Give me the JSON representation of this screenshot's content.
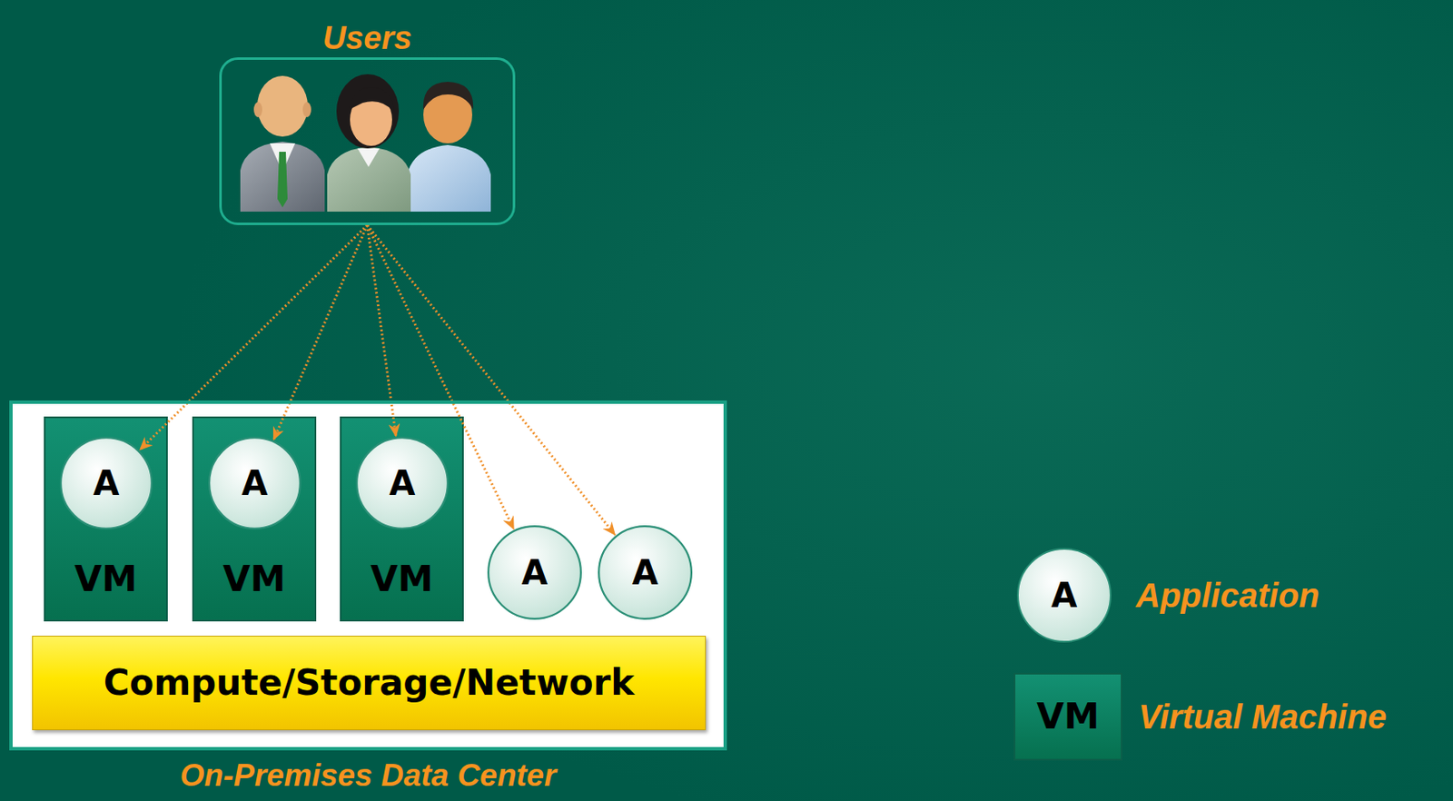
{
  "diagram": {
    "nodes": [
      {
        "text": [
          "Users"
        ]
      },
      {
        "text": [
          "On-Premises Data Center"
        ]
      },
      {
        "text": [
          "VM"
        ],
        "in": 1
      },
      {
        "text": [
          "A"
        ],
        "in": 2
      },
      {
        "text": [
          "VM"
        ],
        "in": 1
      },
      {
        "text": [
          "A"
        ],
        "in": 4
      },
      {
        "text": [
          "VM"
        ],
        "in": 1
      },
      {
        "text": [
          "A"
        ],
        "in": 6
      },
      {
        "text": [
          "A"
        ],
        "in": 1
      },
      {
        "text": [
          "A"
        ],
        "in": 1
      },
      {
        "text": [
          "Compute/Storage/Network"
        ],
        "in": 1
      }
    ],
    "edges": [
      {
        "from": 0,
        "to": 3,
        "arrow": "to"
      },
      {
        "from": 0,
        "to": 5,
        "arrow": "to"
      },
      {
        "from": 0,
        "to": 7,
        "arrow": "to"
      },
      {
        "from": 0,
        "to": 8,
        "arrow": "to"
      },
      {
        "from": 0,
        "to": 9,
        "arrow": "to"
      }
    ],
    "labels": [
      "A",
      "VM"
    ],
    "legend": [
      {
        "text": "Application"
      },
      {
        "text": "Virtual Machine"
      }
    ]
  }
}
